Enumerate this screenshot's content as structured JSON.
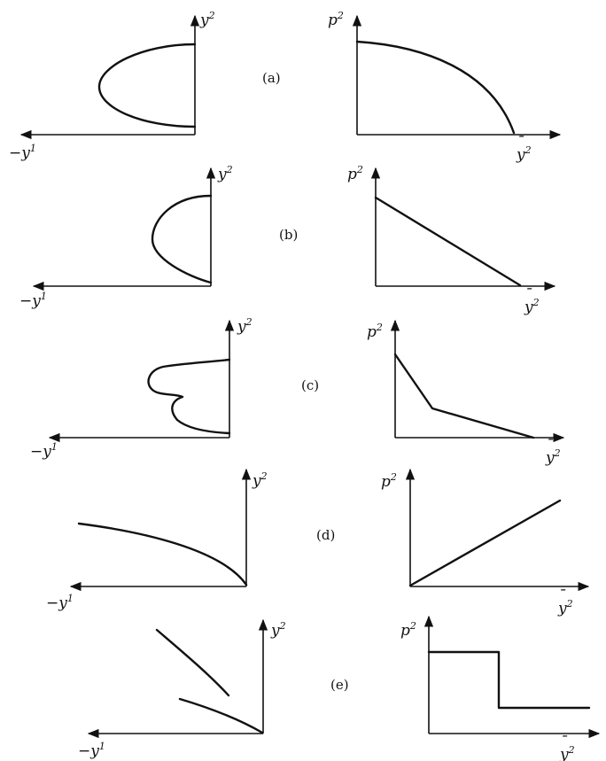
{
  "labels": {
    "y2": "y",
    "y2_sup": "2",
    "neg_y1": "−y",
    "y1_sup": "1",
    "p2": "p",
    "p2_sup": "2",
    "ybar2": "y",
    "ybar2_sup": "2",
    "ybar_mark": "¯"
  },
  "panels": [
    {
      "id": "a",
      "label": "(a)"
    },
    {
      "id": "b",
      "label": "(b)"
    },
    {
      "id": "c",
      "label": "(c)"
    },
    {
      "id": "d",
      "label": "(d)"
    },
    {
      "id": "e",
      "label": "(e)"
    }
  ]
}
